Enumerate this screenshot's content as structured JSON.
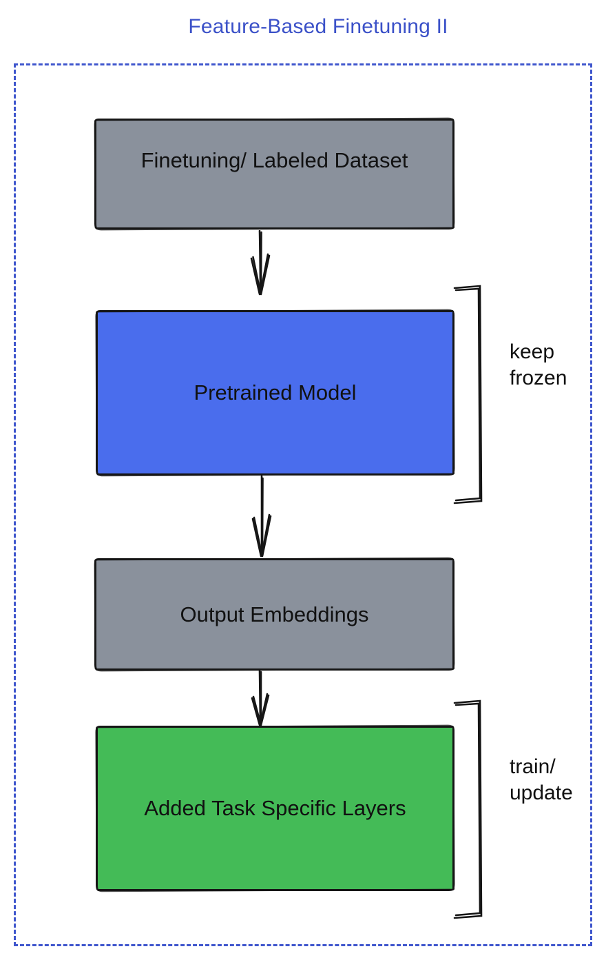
{
  "colors": {
    "background": "#ffffff",
    "title": "#3b51c8",
    "frame": "#3f56cd",
    "ink": "#161616"
  },
  "title": {
    "text": "Feature-Based Finetuning II"
  },
  "nodes": [
    {
      "id": "finetuning-dataset",
      "label": "Finetuning/ Labeled Dataset",
      "fill": "#8a919c"
    },
    {
      "id": "pretrained-model",
      "label": "Pretrained Model",
      "fill": "#4a6ded"
    },
    {
      "id": "output-embeddings",
      "label": "Output Embeddings",
      "fill": "#8a919c"
    },
    {
      "id": "added-task-specific-layers",
      "label": "Added Task Specific Layers",
      "fill": "#44bb57"
    }
  ],
  "annotations": [
    {
      "target": "pretrained-model",
      "lines": [
        "keep",
        "frozen"
      ]
    },
    {
      "target": "added-task-specific-layers",
      "lines": [
        "train/",
        "update"
      ]
    }
  ]
}
